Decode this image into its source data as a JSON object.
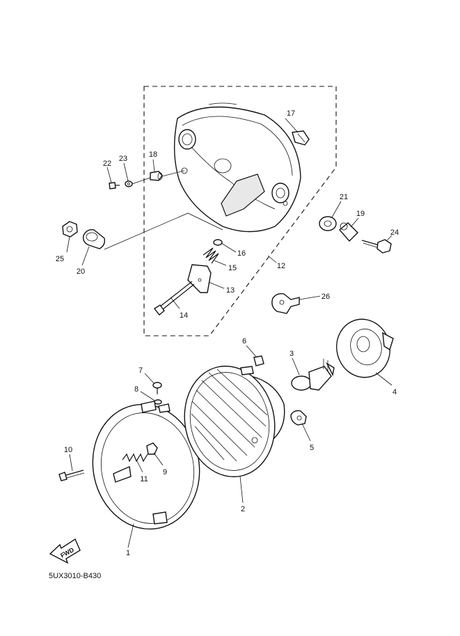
{
  "callouts": [
    {
      "id": "1",
      "text": "1"
    },
    {
      "id": "2",
      "text": "2"
    },
    {
      "id": "3",
      "text": "3"
    },
    {
      "id": "4",
      "text": "4"
    },
    {
      "id": "5",
      "text": "5"
    },
    {
      "id": "6",
      "text": "6"
    },
    {
      "id": "7",
      "text": "7"
    },
    {
      "id": "8",
      "text": "8"
    },
    {
      "id": "9",
      "text": "9"
    },
    {
      "id": "10",
      "text": "10"
    },
    {
      "id": "11",
      "text": "11"
    },
    {
      "id": "12",
      "text": "12"
    },
    {
      "id": "13",
      "text": "13"
    },
    {
      "id": "14",
      "text": "14"
    },
    {
      "id": "15",
      "text": "15"
    },
    {
      "id": "16",
      "text": "16"
    },
    {
      "id": "17",
      "text": "17"
    },
    {
      "id": "18",
      "text": "18"
    },
    {
      "id": "19",
      "text": "19"
    },
    {
      "id": "20",
      "text": "20"
    },
    {
      "id": "21",
      "text": "21"
    },
    {
      "id": "22",
      "text": "22"
    },
    {
      "id": "23",
      "text": "23"
    },
    {
      "id": "24",
      "text": "24"
    },
    {
      "id": "25",
      "text": "25"
    },
    {
      "id": "26",
      "text": "26"
    }
  ],
  "fwd_arrow": {
    "label": "FWD",
    "icon": "fwd-arrow-icon"
  },
  "diagram_code": "5UX3010-B430"
}
